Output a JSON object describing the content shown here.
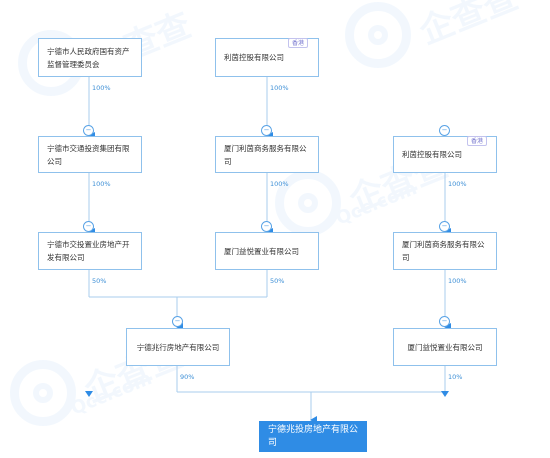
{
  "watermark": {
    "text": "企查查",
    "sub": "Qcc.com"
  },
  "nodes": {
    "sasac": {
      "label": "宁德市人民政府国有资产监督管理委员会"
    },
    "liyin_hk_top": {
      "label": "利茵控股有限公司",
      "tag": "香港"
    },
    "jiaotou_group": {
      "label": "宁德市交通投资集团有限公司"
    },
    "xiamen_liyin_mid": {
      "label": "厦门利茵商务服务有限公司"
    },
    "liyin_hk_right": {
      "label": "利茵控股有限公司",
      "tag": "香港"
    },
    "jiaotou_realestate": {
      "label": "宁德市交投置业房地产开发有限公司"
    },
    "xiamen_yiyue_mid": {
      "label": "厦门益悦置业有限公司"
    },
    "xiamen_liyin_right": {
      "label": "厦门利茵商务服务有限公司"
    },
    "zhaohang": {
      "label": "宁德兆行房地产有限公司"
    },
    "xiamen_yiyue_right": {
      "label": "厦门益悦置业有限公司"
    },
    "target": {
      "label": "宁德兆投房地产有限公司"
    }
  },
  "edges": {
    "sasac_to_jiaotou": "100%",
    "liyin_to_xiamen_liyin_mid": "100%",
    "jiaotou_to_realestate": "100%",
    "xiamen_liyin_mid_to_yiyue": "100%",
    "liyin_right_to_xiamen_liyin_right": "100%",
    "realestate_to_zhaohang": "50%",
    "yiyue_mid_to_zhaohang": "50%",
    "xiamen_liyin_right_to_yiyue_right": "100%",
    "zhaohang_to_target": "90%",
    "yiyue_right_to_target": "10%"
  },
  "toggle_symbol": "−",
  "colors": {
    "accent": "#2f8ce5",
    "line": "#a9cdee",
    "box_border": "#8fc1ec",
    "percent": "#3d8fd6",
    "tag": "#7a7ad0"
  }
}
